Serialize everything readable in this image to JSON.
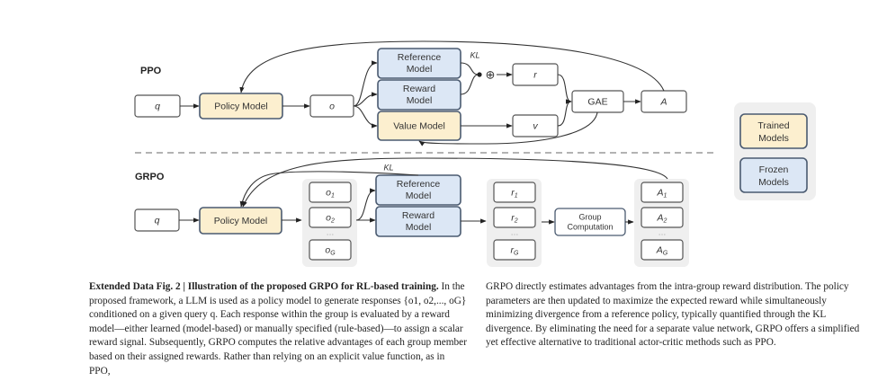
{
  "diagram": {
    "ppo": {
      "section_label": "PPO",
      "query": "q",
      "policy_model": "Policy Model",
      "output": "o",
      "reference_model": [
        "Reference",
        "Model"
      ],
      "reward_model": [
        "Reward",
        "Model"
      ],
      "value_model": "Value Model",
      "kl_label": "KL",
      "sum_symbol": "⊕",
      "reward": "r",
      "value": "v",
      "gae": "GAE",
      "advantage": "A"
    },
    "grpo": {
      "section_label": "GRPO",
      "query": "q",
      "policy_model": "Policy Model",
      "outputs": [
        "o",
        "o",
        "o"
      ],
      "output_subscripts": [
        "1",
        "2",
        "G"
      ],
      "reference_model": [
        "Reference",
        "Model"
      ],
      "reward_model": [
        "Reward",
        "Model"
      ],
      "kl_label": "KL",
      "rewards": [
        "r",
        "r",
        "r"
      ],
      "reward_subscripts": [
        "1",
        "2",
        "G"
      ],
      "group_computation": [
        "Group",
        "Computation"
      ],
      "advantages": [
        "A",
        "A",
        "A"
      ],
      "advantage_subscripts": [
        "1",
        "2",
        "G"
      ],
      "ellipsis": "…"
    },
    "legend": {
      "trained": [
        "Trained",
        "Models"
      ],
      "frozen": [
        "Frozen",
        "Models"
      ]
    },
    "colors": {
      "trained_fill": "#fcefcf",
      "frozen_fill": "#dce7f5",
      "border": "#4a5a70",
      "group_bg": "#efefef"
    }
  },
  "caption": {
    "figure_label": "Extended Data Fig. 2 | Illustration of the proposed GRPO for RL-based training.",
    "left_text": "In the proposed framework, a LLM is used as a policy model to generate responses {o1, o2,..., oG} conditioned on a given query q. Each response within the group is evaluated by a reward model—either learned (model-based) or manually specified (rule-based)—to assign a scalar reward signal. Subsequently, GRPO computes the relative advantages of each group member based on their assigned rewards. Rather than relying on an explicit value function, as in PPO,",
    "right_text": "GRPO directly estimates advantages from the intra-group reward distribution. The policy parameters are then updated to maximize the expected reward while simultaneously minimizing divergence from a reference policy, typically quantified through the KL divergence. By eliminating the need for a separate value network, GRPO offers a simplified yet effective alternative to traditional actor-critic methods such as PPO."
  }
}
